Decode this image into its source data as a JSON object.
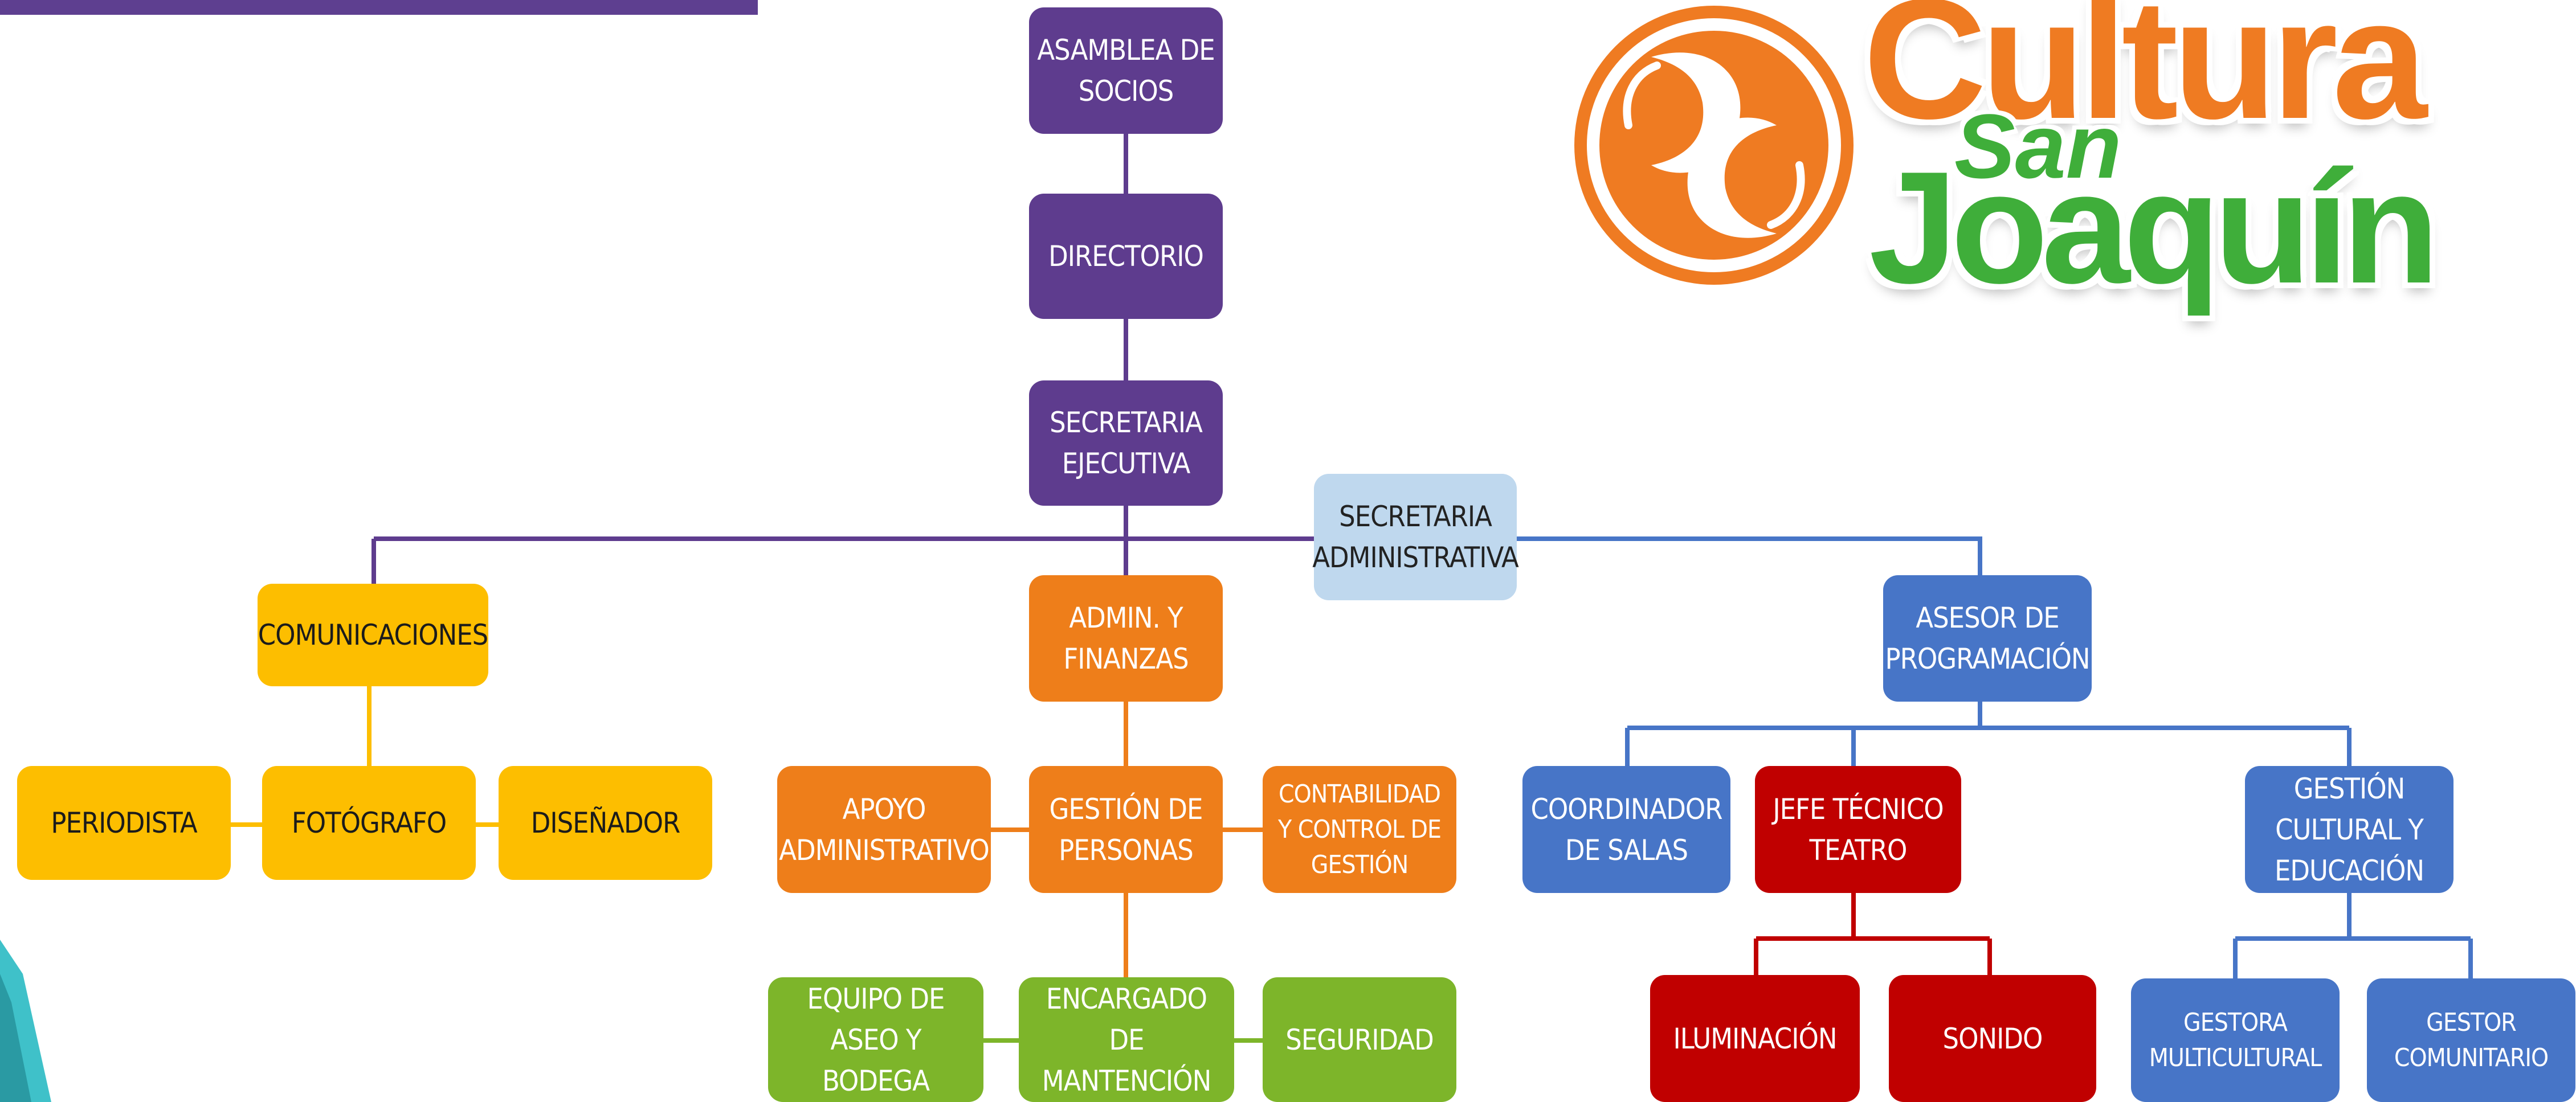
{
  "colors": {
    "purple": "#5e3c8e",
    "light_blue": "#bfd8ee",
    "orange": "#ee7e1a",
    "yellow": "#fdbe00",
    "blue": "#4775c7",
    "red": "#c00000",
    "green": "#7db52a",
    "logo_orange": "#ef7b22",
    "logo_green": "#3fae3a"
  },
  "logo": {
    "line1": "Cultura",
    "line2": "San",
    "line3": "Joaquín",
    "icon": "hands-circle-icon"
  },
  "nodes": {
    "asamblea": "ASAMBLEA DE\nSOCIOS",
    "directorio": "DIRECTORIO",
    "secretaria_ejecutiva": "SECRETARIA\nEJECUTIVA",
    "secretaria_administrativa": "SECRETARIA\nADMINISTRATIVA",
    "comunicaciones": "COMUNICACIONES",
    "periodista": "PERIODISTA",
    "fotografo": "FOTÓGRAFO",
    "disenador": "DISEÑADOR",
    "admin_finanzas": "ADMIN. Y\nFINANZAS",
    "apoyo_administrativo": "APOYO\nADMINISTRATIVO",
    "gestion_personas": "GESTIÓN DE\nPERSONAS",
    "contabilidad": "CONTABILIDAD\nY CONTROL DE\nGESTIÓN",
    "equipo_aseo": "EQUIPO DE\nASEO Y BODEGA",
    "encargado_mantencion": "ENCARGADO\nDE MANTENCIÓN",
    "seguridad": "SEGURIDAD",
    "asesor_programacion": "ASESOR DE\nPROGRAMACIÓN",
    "coordinador_salas": "COORDINADOR\nDE SALAS",
    "jefe_tecnico": "JEFE TÉCNICO\nTEATRO",
    "gestion_cultural": "GESTIÓN\nCULTURAL Y\nEDUCACIÓN",
    "iluminacion": "ILUMINACIÓN",
    "sonido": "SONIDO",
    "gestora_multicultural": "GESTORA\nMULTICULTURAL",
    "gestor_comunitario": "GESTOR\nCOMUNITARIO"
  }
}
